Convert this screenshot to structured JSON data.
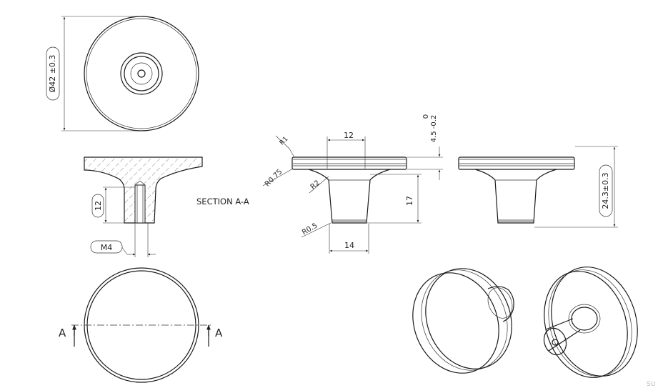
{
  "top_view": {
    "diameter_dim": "Ø42 ±0.3"
  },
  "section_view": {
    "label": "SECTION A-A",
    "thread_depth_dim": "12",
    "thread_label": "M4"
  },
  "front_view": {
    "radius_r1": "R1",
    "radius_r075": "R0.75",
    "radius_r2": "R2",
    "radius_r05": "R0.5",
    "top_width_dim": "12",
    "base_width_dim": "14",
    "shaft_height_dim": "17",
    "cap_thickness_upper": "0",
    "cap_thickness_lower": "4.5 -0.2"
  },
  "side_view": {
    "height_dim": "24.3±0.3"
  },
  "bottom_view": {
    "cut_left": "A",
    "cut_right": "A"
  },
  "corner_mark": "SU"
}
